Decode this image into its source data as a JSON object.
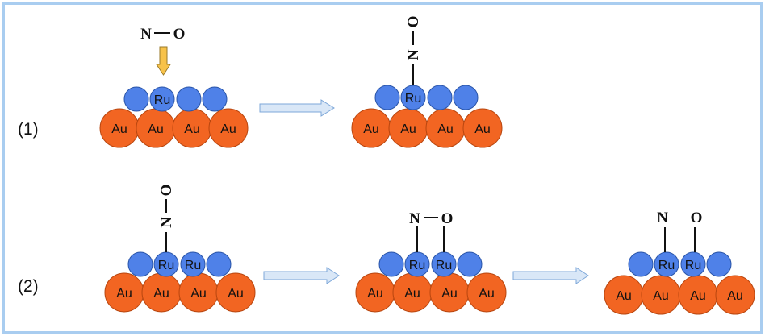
{
  "colors": {
    "frame": "#a9cdf0",
    "au_fill": "#f26522",
    "au_stroke": "#b8460f",
    "surface_fill": "#4f81e8",
    "surface_stroke": "#2a55a8",
    "arrow_fill": "#d9e7f7",
    "arrow_stroke": "#7da7d9",
    "incoming_arrow_fill": "#f7c24a",
    "incoming_arrow_stroke": "#9a7a2a",
    "bond": "#111111"
  },
  "labels": {
    "row1": "(1)",
    "row2": "(2)",
    "au": "Au",
    "ru": "Ru",
    "n": "N",
    "o": "O"
  },
  "icons": {
    "process_arrow": "right-arrow-icon",
    "incoming_arrow": "down-arrow-icon"
  }
}
